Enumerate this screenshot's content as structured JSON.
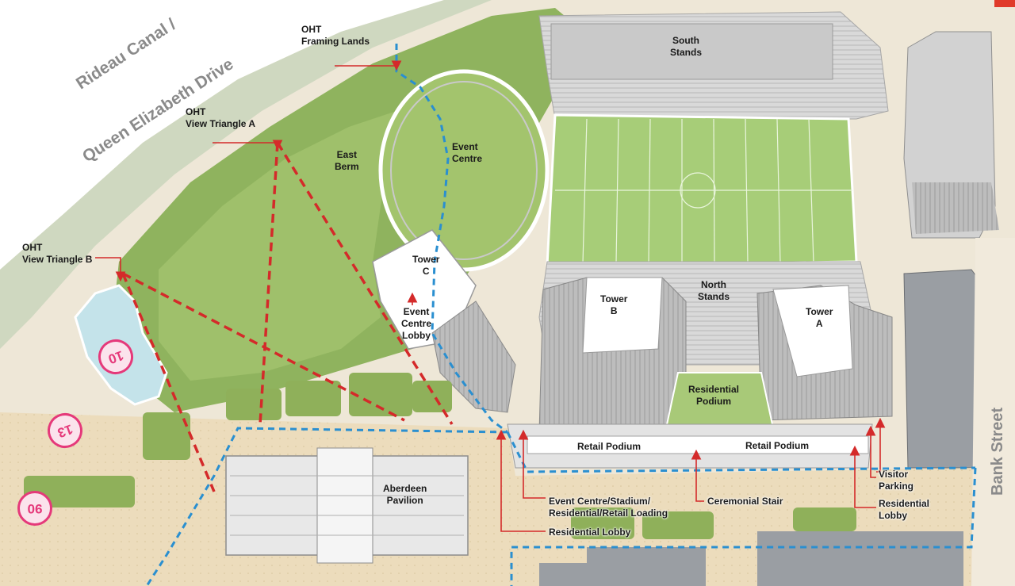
{
  "title_marks": {
    "road_canal_line1": "Rideau Canal /",
    "road_canal_line2": "Queen Elizabeth Drive",
    "road_bank": "Bank Street"
  },
  "view_labels": {
    "oht_framing_line1": "OHT",
    "oht_framing_line2": "Framing Lands",
    "oht_view_a_line1": "OHT",
    "oht_view_a_line2": "View Triangle A",
    "oht_view_b_line1": "OHT",
    "oht_view_b_line2": "View Triangle B"
  },
  "site_labels": {
    "south_stands_line1": "South",
    "south_stands_line2": "Stands",
    "north_stands_line1": "North",
    "north_stands_line2": "Stands",
    "east_berm_line1": "East",
    "east_berm_line2": "Berm",
    "event_centre_line1": "Event",
    "event_centre_line2": "Centre",
    "tower_c_line1": "Tower",
    "tower_c_line2": "C",
    "event_lobby_line1": "Event",
    "event_lobby_line2": "Centre",
    "event_lobby_line3": "Lobby",
    "tower_b_line1": "Tower",
    "tower_b_line2": "B",
    "tower_a_line1": "Tower",
    "tower_a_line2": "A",
    "res_podium_line1": "Residential",
    "res_podium_line2": "Podium",
    "retail_podium_left": "Retail Podium",
    "retail_podium_right": "Retail Podium",
    "aberdeen_line1": "Aberdeen",
    "aberdeen_line2": "Pavilion"
  },
  "callouts": {
    "loading_line1": "Event Centre/Stadium/",
    "loading_line2": "Residential/Retail Loading",
    "ceremonial_stair": "Ceremonial Stair",
    "residential_lobby_bottom": "Residential Lobby",
    "visitor_line1": "Visitor",
    "visitor_line2": "Parking",
    "residential_lobby_right_line1": "Residential",
    "residential_lobby_right_line2": "Lobby"
  },
  "badges": {
    "b10": "10",
    "b13": "13",
    "b90": "90"
  },
  "legend_colors": {
    "view_triangle": "#d42a2a",
    "framing_boundary": "#2a8fd0",
    "callout_arrow": "#d42a2a",
    "badge_accent": "#e5397a"
  }
}
